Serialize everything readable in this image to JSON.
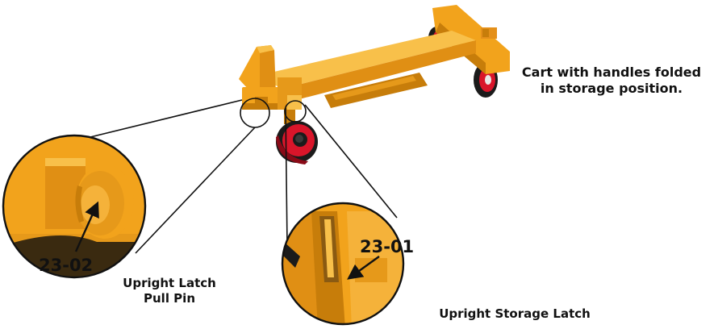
{
  "colors": {
    "background": "#ffffff",
    "cart_body": "#f2a31c",
    "cart_shadow": "#c77d0a",
    "cart_highlight": "#f8c04a",
    "wheel_rim": "#d9152a",
    "wheel_tire": "#1b1b1b",
    "callout_line": "#111111",
    "text": "#111111"
  },
  "icons": {
    "arrow_23_02": "arrow-icon",
    "arrow_23_01": "arrow-icon"
  },
  "captions": {
    "cart": [
      "Cart with handles folded",
      "in storage position."
    ],
    "latch_pin": [
      "Upright Latch",
      "Pull Pin"
    ],
    "storage_latch": "Upright Storage Latch"
  },
  "callouts": {
    "left_code": "23-02",
    "right_code": "23-01"
  }
}
